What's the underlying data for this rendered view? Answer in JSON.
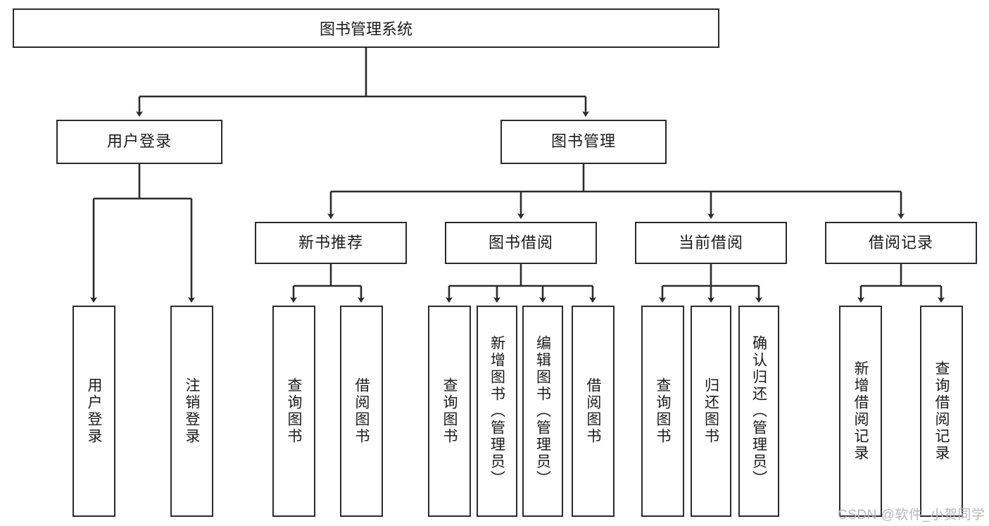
{
  "diagram": {
    "title_box": {
      "label": "图书管理系统"
    },
    "level2": [
      {
        "label": "用户登录"
      },
      {
        "label": "图书管理"
      }
    ],
    "level3": [
      {
        "label": "新书推荐"
      },
      {
        "label": "图书借阅"
      },
      {
        "label": "当前借阅"
      },
      {
        "label": "借阅记录"
      }
    ],
    "leaves": {
      "user_login": [
        {
          "label": "用户登录"
        },
        {
          "label": "注销登录"
        }
      ],
      "new_book_recommend": [
        {
          "label": "查询图书"
        },
        {
          "label": "借阅图书"
        }
      ],
      "book_borrow": [
        {
          "label": "查询图书"
        },
        {
          "label": "新增图书（管理员）"
        },
        {
          "label": "编辑图书（管理员）"
        },
        {
          "label": "借阅图书"
        }
      ],
      "current_borrow": [
        {
          "label": "查询图书"
        },
        {
          "label": "归还图书"
        },
        {
          "label": "确认归还（管理员）"
        }
      ],
      "borrow_record": [
        {
          "label": "新增借阅记录"
        },
        {
          "label": "查询借阅记录"
        }
      ]
    },
    "watermark": {
      "text": "CSDN @软件_小贺同学"
    },
    "colors": {
      "stroke": "#2b2b2b",
      "box_fill": "#ffffff",
      "text": "#1a1a1a",
      "watermark": "#b9b9b9"
    }
  }
}
